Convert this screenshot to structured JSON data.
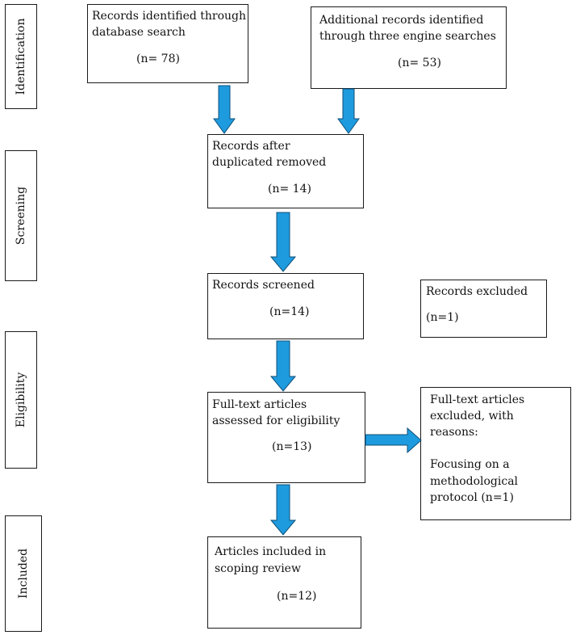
{
  "stages": {
    "identification": "Identification",
    "screening": "Screening",
    "eligibility": "Eligibility",
    "included": "Included"
  },
  "boxes": {
    "database_search": {
      "line1": "Records identified through",
      "line2": "database search",
      "count": "(n= 78)"
    },
    "additional_records": {
      "line1": "Additional records identified",
      "line2": "through three engine searches",
      "count": "(n= 53)"
    },
    "after_duplicates": {
      "line1": "Records after",
      "line2": "duplicated removed",
      "count": "(n= 14)"
    },
    "screened": {
      "line1": "Records screened",
      "count": "(n=14)"
    },
    "excluded": {
      "line1": "Records excluded",
      "count": "(n=1)"
    },
    "fulltext_assessed": {
      "line1": "Full-text articles",
      "line2": "assessed for eligibility",
      "count": "(n=13)"
    },
    "fulltext_excluded": {
      "line1": "Full-text articles",
      "line2": "excluded, with",
      "line3": "reasons:",
      "line4": "Focusing on a",
      "line5": "methodological",
      "line6": "protocol (n=1)"
    },
    "included": {
      "line1": "Articles included in",
      "line2": "scoping review",
      "count": "(n=12)"
    }
  },
  "colors": {
    "arrow_fill": "#1E9BDE",
    "arrow_stroke": "#0D4F7A",
    "border": "#1a1a1a"
  }
}
